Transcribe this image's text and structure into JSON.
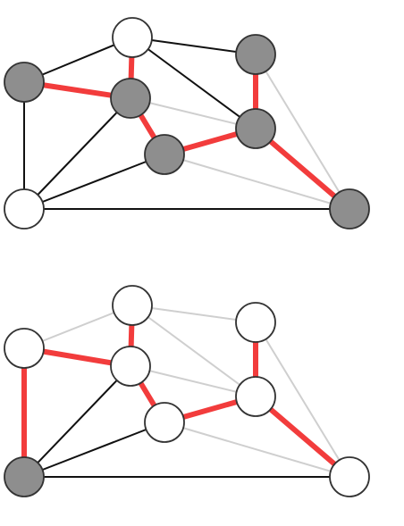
{
  "colors": {
    "black_edge": "#111111",
    "grey_edge": "#cfcfcf",
    "red_edge": "#f23c3c",
    "filled_node": "#8e8e8e",
    "empty_node": "#ffffff",
    "node_stroke": "#333333"
  },
  "graphs": [
    {
      "id": "top",
      "nodes": [
        {
          "id": "A",
          "state": "filled"
        },
        {
          "id": "B",
          "state": "empty"
        },
        {
          "id": "C",
          "state": "filled"
        },
        {
          "id": "D",
          "state": "filled"
        },
        {
          "id": "E",
          "state": "filled"
        },
        {
          "id": "F",
          "state": "filled"
        },
        {
          "id": "G",
          "state": "empty"
        },
        {
          "id": "H",
          "state": "filled"
        }
      ],
      "edges": [
        {
          "from": "A",
          "to": "B",
          "style": "black"
        },
        {
          "from": "B",
          "to": "D",
          "style": "black"
        },
        {
          "from": "A",
          "to": "G",
          "style": "black"
        },
        {
          "from": "G",
          "to": "H",
          "style": "black"
        },
        {
          "from": "G",
          "to": "C",
          "style": "black"
        },
        {
          "from": "G",
          "to": "E",
          "style": "black"
        },
        {
          "from": "B",
          "to": "F",
          "style": "black"
        },
        {
          "from": "C",
          "to": "F",
          "style": "grey"
        },
        {
          "from": "D",
          "to": "H",
          "style": "grey"
        },
        {
          "from": "E",
          "to": "H",
          "style": "grey"
        },
        {
          "from": "A",
          "to": "C",
          "style": "red"
        },
        {
          "from": "B",
          "to": "C",
          "style": "red"
        },
        {
          "from": "C",
          "to": "E",
          "style": "red"
        },
        {
          "from": "E",
          "to": "F",
          "style": "red"
        },
        {
          "from": "D",
          "to": "F",
          "style": "red"
        },
        {
          "from": "F",
          "to": "H",
          "style": "red"
        }
      ]
    },
    {
      "id": "bottom",
      "nodes": [
        {
          "id": "A",
          "state": "empty"
        },
        {
          "id": "B",
          "state": "empty"
        },
        {
          "id": "C",
          "state": "empty"
        },
        {
          "id": "D",
          "state": "empty"
        },
        {
          "id": "E",
          "state": "empty"
        },
        {
          "id": "F",
          "state": "empty"
        },
        {
          "id": "G",
          "state": "filled"
        },
        {
          "id": "H",
          "state": "empty"
        }
      ],
      "edges": [
        {
          "from": "A",
          "to": "B",
          "style": "grey"
        },
        {
          "from": "B",
          "to": "D",
          "style": "grey"
        },
        {
          "from": "B",
          "to": "F",
          "style": "grey"
        },
        {
          "from": "C",
          "to": "F",
          "style": "grey"
        },
        {
          "from": "D",
          "to": "H",
          "style": "grey"
        },
        {
          "from": "E",
          "to": "H",
          "style": "grey"
        },
        {
          "from": "G",
          "to": "H",
          "style": "black"
        },
        {
          "from": "G",
          "to": "C",
          "style": "black"
        },
        {
          "from": "G",
          "to": "E",
          "style": "black"
        },
        {
          "from": "A",
          "to": "G",
          "style": "red"
        },
        {
          "from": "A",
          "to": "C",
          "style": "red"
        },
        {
          "from": "B",
          "to": "C",
          "style": "red"
        },
        {
          "from": "C",
          "to": "E",
          "style": "red"
        },
        {
          "from": "E",
          "to": "F",
          "style": "red"
        },
        {
          "from": "D",
          "to": "F",
          "style": "red"
        },
        {
          "from": "F",
          "to": "H",
          "style": "red"
        }
      ]
    }
  ]
}
